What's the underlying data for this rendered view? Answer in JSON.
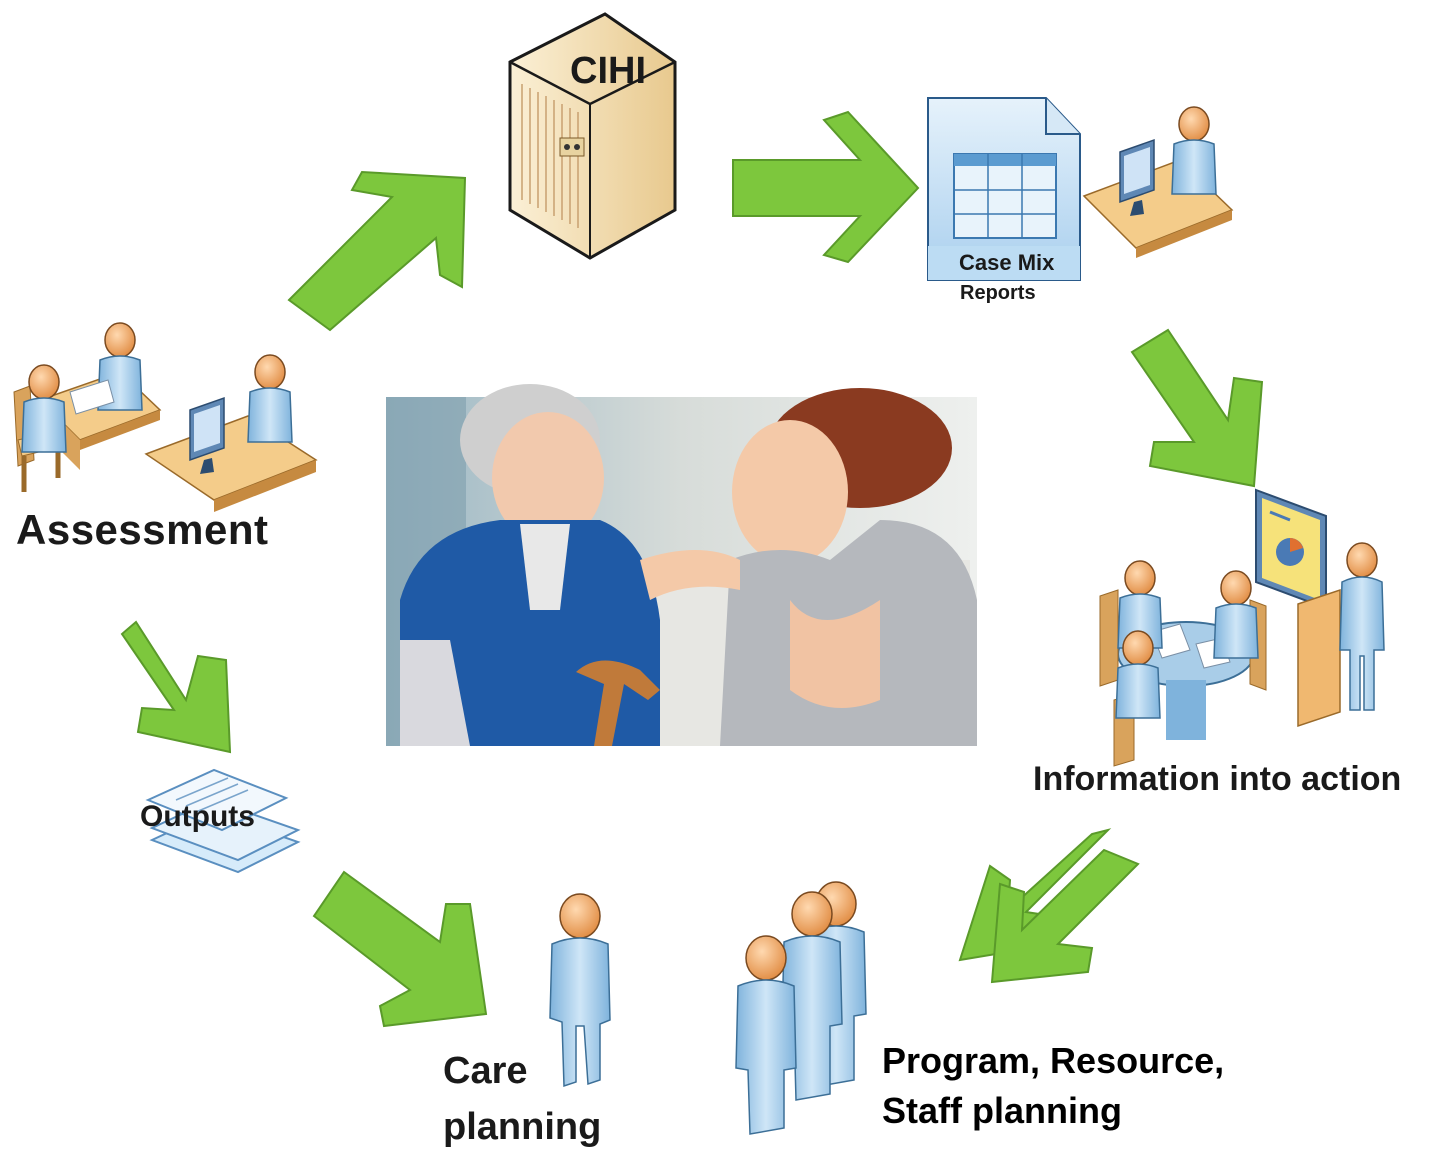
{
  "labels": {
    "assessment": "Assessment",
    "cihi": "CIHI",
    "case_mix_line1": "Case Mix",
    "case_mix_line2": "Reports",
    "information_into_action": "Information into action",
    "outputs": "Outputs",
    "care_planning_line1": "Care",
    "care_planning_line2": "planning",
    "program_planning_line1": "Program, Resource,",
    "program_planning_line2": "Staff planning"
  },
  "colors": {
    "arrow": "#7dc73d",
    "arrow_outline": "#4e8a1f",
    "person_head": "#f0a060",
    "person_body": "#a9cde8",
    "desk": "#f4cc8a",
    "server": "#f6e2b8"
  }
}
